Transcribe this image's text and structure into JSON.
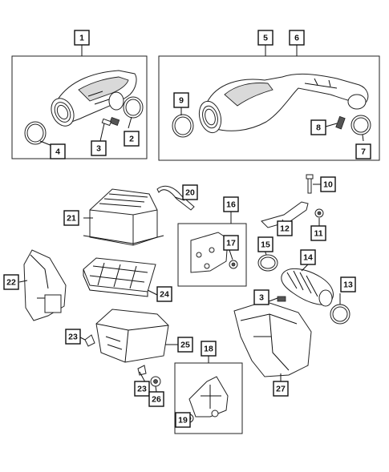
{
  "diagram": {
    "callouts": [
      {
        "key": "c1",
        "label": "1"
      },
      {
        "key": "c2",
        "label": "2"
      },
      {
        "key": "c3",
        "label": "3"
      },
      {
        "key": "c4",
        "label": "4"
      },
      {
        "key": "c5",
        "label": "5"
      },
      {
        "key": "c6",
        "label": "6"
      },
      {
        "key": "c7",
        "label": "7"
      },
      {
        "key": "c8",
        "label": "8"
      },
      {
        "key": "c9",
        "label": "9"
      },
      {
        "key": "c10",
        "label": "10"
      },
      {
        "key": "c11",
        "label": "11"
      },
      {
        "key": "c12",
        "label": "12"
      },
      {
        "key": "c13",
        "label": "13"
      },
      {
        "key": "c14",
        "label": "14"
      },
      {
        "key": "c15",
        "label": "15"
      },
      {
        "key": "c16",
        "label": "16"
      },
      {
        "key": "c17",
        "label": "17"
      },
      {
        "key": "c18",
        "label": "18"
      },
      {
        "key": "c19",
        "label": "19"
      },
      {
        "key": "c20",
        "label": "20"
      },
      {
        "key": "c21",
        "label": "21"
      },
      {
        "key": "c22",
        "label": "22"
      },
      {
        "key": "c23a",
        "label": "23"
      },
      {
        "key": "c23b",
        "label": "23"
      },
      {
        "key": "c24",
        "label": "24"
      },
      {
        "key": "c25",
        "label": "25"
      },
      {
        "key": "c26",
        "label": "26"
      },
      {
        "key": "c27",
        "label": "27"
      },
      {
        "key": "c3b",
        "label": "3"
      }
    ]
  }
}
